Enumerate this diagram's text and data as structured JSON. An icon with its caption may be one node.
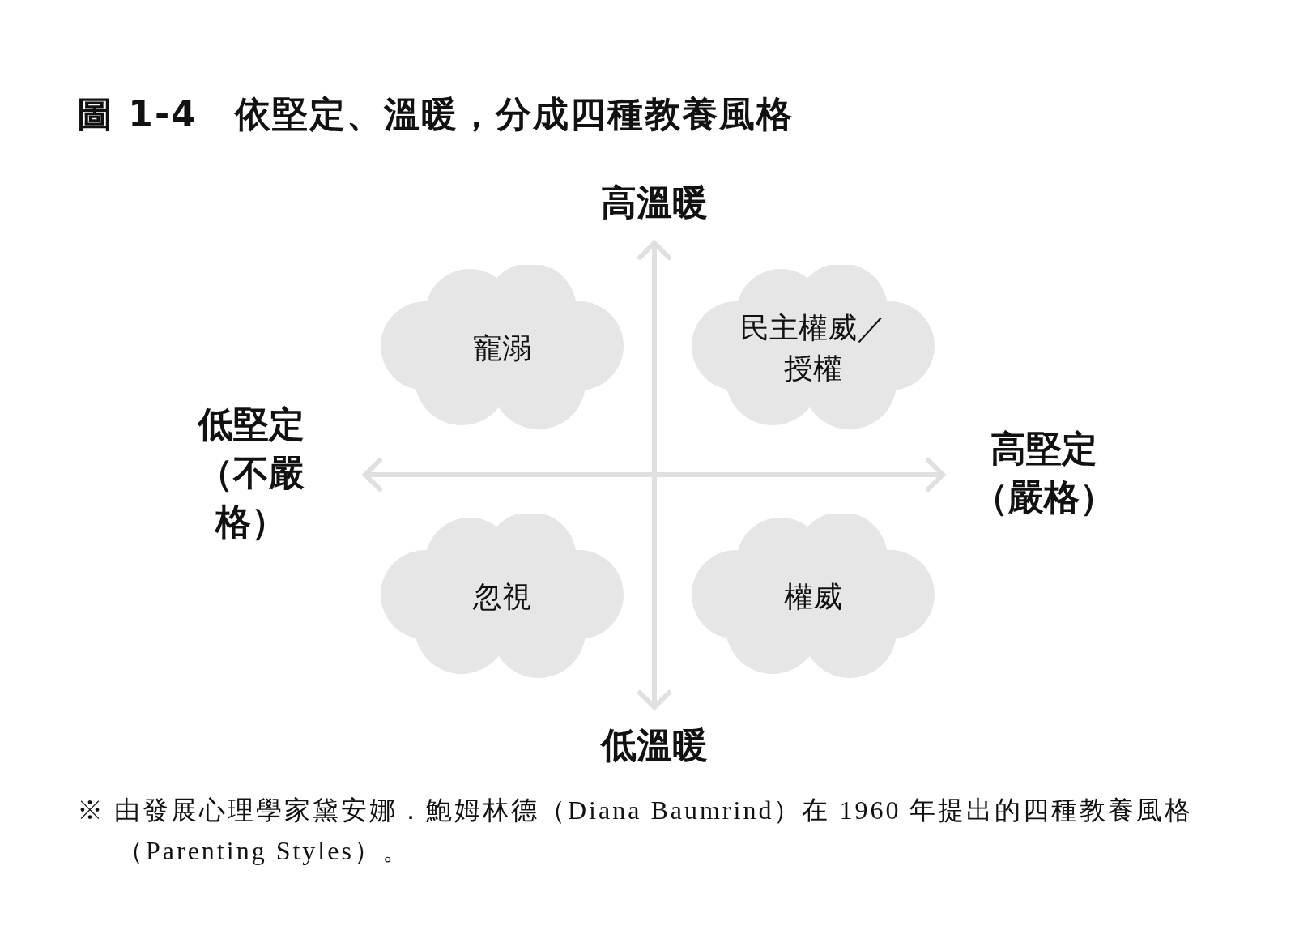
{
  "diagram": {
    "title": "圖 1-4　依堅定、溫暖，分成四種教養風格",
    "nodes": [
      {
        "text": [
          "寵溺"
        ]
      },
      {
        "text": [
          "民主權威／授權"
        ]
      },
      {
        "text": [
          "忽視"
        ]
      },
      {
        "text": [
          "權威"
        ]
      }
    ],
    "labels": [
      "高溫暖",
      "低堅定（不嚴格）",
      "高堅定（嚴格）",
      "低溫暖"
    ],
    "caption": "※ 由發展心理學家黛安娜．鮑姆林德（Diana Baumrind）在 1960 年提出的四種教養風格（Parenting Styles）。"
  }
}
